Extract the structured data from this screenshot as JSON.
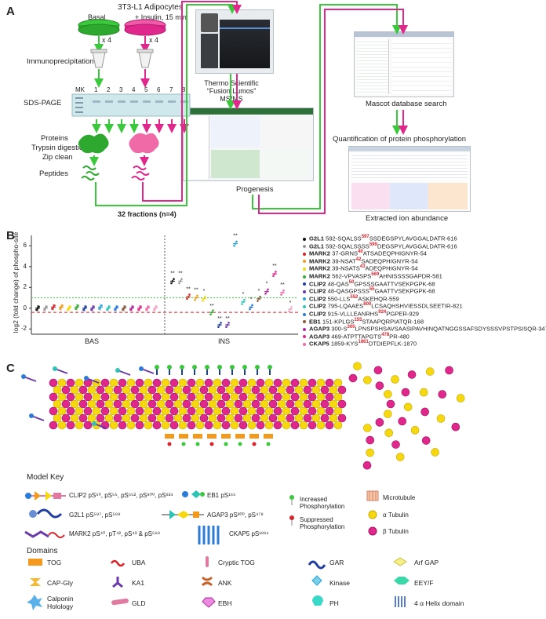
{
  "panels": {
    "a": "A",
    "b": "B",
    "c": "C"
  },
  "workflow": {
    "cell_title": "3T3-L1 Adipocytes",
    "basal": "Basal",
    "insulin": "+ Insulin, 15 min",
    "x4_left": "x 4",
    "x4_right": "x 4",
    "ip": "Immunoprecipitation",
    "sds": "SDS-PAGE",
    "lanes": [
      "MK",
      "1",
      "2",
      "3",
      "4",
      "5",
      "6",
      "7",
      "8"
    ],
    "proteins": "Proteins",
    "trypsin": "Trypsin digestion",
    "zipclean": "Zip clean",
    "peptides": "Peptides",
    "fractions": "32 fractions (n=4)",
    "instrument_line1": "Thermo Scientific",
    "instrument_line2": "“Fusion Lumos”",
    "instrument_line3": "MS/MS",
    "progenesis": "Progenesis",
    "mascot": "Mascot database search",
    "quant": "Quantification of protein phosphorylation",
    "extracted": "Extracted ion abundance",
    "colors": {
      "basal": "#3cc83c",
      "insulin": "#e0288c"
    }
  },
  "chart_data": {
    "type": "scatter",
    "ylabel": "log2 (fold change) of phospho-site",
    "categories": [
      "BAS",
      "INS"
    ],
    "yticks": [
      "-2",
      "0",
      "2",
      "4",
      "6"
    ],
    "ylim": [
      -2.5,
      7
    ],
    "thresholds": {
      "green_dotted": 1,
      "red_dashed": -0.4
    },
    "significance": "**",
    "ins_means": [
      2.6,
      2.6,
      1.1,
      1.0,
      0.9,
      -0.4,
      -1.6,
      -1.6,
      6.2,
      0.6,
      0.1,
      0.9,
      1.6,
      3.3,
      1.5,
      -0.1
    ],
    "bas_means": [
      0.0,
      0.0,
      0.1,
      0.1,
      0.0,
      0.1,
      0.0,
      0.0,
      0.1,
      0.0,
      0.0,
      0.0,
      0.0,
      0.0,
      0.0,
      0.0
    ],
    "ins_stars": [
      "**",
      "**",
      "**",
      "**",
      "*",
      "**",
      "**",
      "**",
      "**",
      "*",
      "*",
      "*",
      "*",
      "**",
      "**",
      "*"
    ],
    "series": [
      {
        "gene": "G2L1",
        "pre": "592-SQALSS",
        "site": "597",
        "post": "SSDEGSPYLAVGGALDATR-616",
        "color": "#111111"
      },
      {
        "gene": "G2L1",
        "pre": "592-SQALSSSS",
        "site": "599",
        "post": "DEGSPYLAVGGALDATR-616",
        "color": "#9a9a9a"
      },
      {
        "gene": "MARK2",
        "pre": "37-GRNS",
        "site": "40",
        "post": "ATSADEQPHIGNYR-54",
        "color": "#d9232b"
      },
      {
        "gene": "MARK2",
        "pre": "39-NSAT",
        "site": "42",
        "post": "SADEQPHIGNYR-54",
        "color": "#f39a1e"
      },
      {
        "gene": "MARK2",
        "pre": "39-NSATS",
        "site": "43",
        "post": "ADEQPHIGNYR-54",
        "color": "#f5d80f"
      },
      {
        "gene": "MARK2",
        "pre": "562-VPVASPS",
        "site": "569",
        "post": "AHNISSSSGAPDR-581",
        "color": "#35a935"
      },
      {
        "gene": "CLIP2",
        "pre": "48-QAS",
        "site": "50",
        "post": "GPSSSGAATTVSEKPGPK-68",
        "color": "#1f3f9f"
      },
      {
        "gene": "CLIP2",
        "pre": "48-QASGPSSS",
        "site": "55",
        "post": "GAATTVSEKPGPK-68",
        "color": "#6a3aa8"
      },
      {
        "gene": "CLIP2",
        "pre": "550-LLS",
        "site": "552",
        "post": "ASKEHQR-559",
        "color": "#2aa4d8"
      },
      {
        "gene": "CLIP2",
        "pre": "795-LQAAES",
        "site": "800",
        "post": "LCSAQHSHVIESSDLSEETIR-821",
        "color": "#2fc3b8"
      },
      {
        "gene": "CLIP2",
        "pre": "915-VLLLEANRHS",
        "site": "924",
        "post": "PGPER-929",
        "color": "#2c7bd6"
      },
      {
        "gene": "EB1",
        "pre": "151-KPLGS",
        "site": "155",
        "post": "STAAPQRPIATQR-168",
        "color": "#8a5a3c"
      },
      {
        "gene": "AGAP3",
        "pre": "300-S",
        "site": "300",
        "post": "LPNSPSHSAVSAASIPAVHINQATNGGSSAFSDYSSSVPSTPSISQR-347",
        "color": "#b02a9a"
      },
      {
        "gene": "AGAP3",
        "pre": "469-ATPTTAPGTS",
        "site": "478",
        "post": "PR-480",
        "color": "#e0288c"
      },
      {
        "gene": "CKAP5",
        "pre": "1859-KYS",
        "site": "1861",
        "post": "DTDIEPFLK-1870",
        "color": "#f06aa8"
      }
    ]
  },
  "model": {
    "model_key": "Model Key",
    "clip2": "CLIP2  pS⁵⁰, pS⁵⁵, pS⁵⁵², pS⁸⁰⁰, pS⁹²⁴",
    "g2l1": "G2L1  pS⁵⁹⁷, pS⁵⁹⁹",
    "mark2": "MARK2  pS⁴⁰, pT⁴², pS⁴³ & pS⁵⁶⁹",
    "eb1": "EB1  pS¹⁵⁵",
    "agap3": "AGAP3  pS³⁰⁰, pS⁴⁷⁸",
    "ckap5": "CKAP5  pS¹⁸⁶¹",
    "increased": "Increased Phosphorylation",
    "suppressed": "Suppressed Phosphorylation",
    "microtubule": "Microtubule",
    "alpha": "α  Tubulin",
    "beta": "β  Tubulin",
    "domains_title": "Domains",
    "domains": [
      "TOG",
      "UBA",
      "Cryptic TOG",
      "GAR",
      "Arf GAP",
      "CAP-Gly",
      "KA1",
      "ANK",
      "Kinase",
      "EEY/F",
      "Calponin Holology",
      "GLD",
      "EBH",
      "PH",
      "4 α Helix domain"
    ]
  }
}
